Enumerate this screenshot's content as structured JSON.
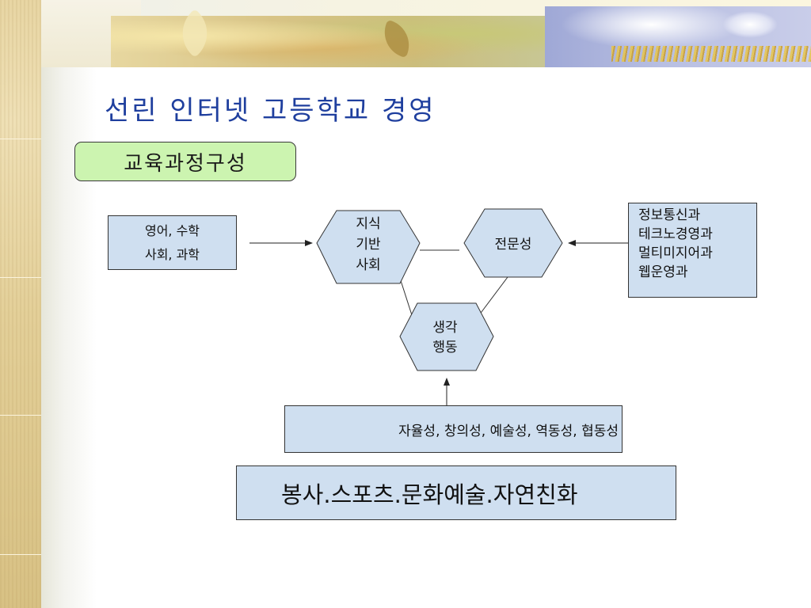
{
  "slide": {
    "title": "선린 인터넷 고등학교 경영",
    "section_label": "교육과정구성"
  },
  "diagram": {
    "left_box": {
      "lines": [
        "영어, 수학",
        "사회, 과학"
      ]
    },
    "hexagons": {
      "knowledge": {
        "lines": [
          "지식",
          "기반",
          "사회"
        ]
      },
      "expertise": {
        "lines": [
          "전문성"
        ]
      },
      "thinking": {
        "lines": [
          "생각",
          "행동"
        ]
      }
    },
    "right_box": {
      "lines": [
        "정보통신과",
        "테크노경영과",
        "멀티미지어과",
        "웹운영과"
      ]
    },
    "attributes_box": {
      "text": "자율성, 창의성, 예술성, 역동성, 협동성"
    },
    "activities_box": {
      "text": "봉사.스포츠.문화예술.자연친화"
    }
  },
  "colors": {
    "title": "#1f3f9e",
    "pill_fill": "#ccf4b0",
    "box_fill": "#cfdff0",
    "hex_fill": "#cfdff0"
  }
}
